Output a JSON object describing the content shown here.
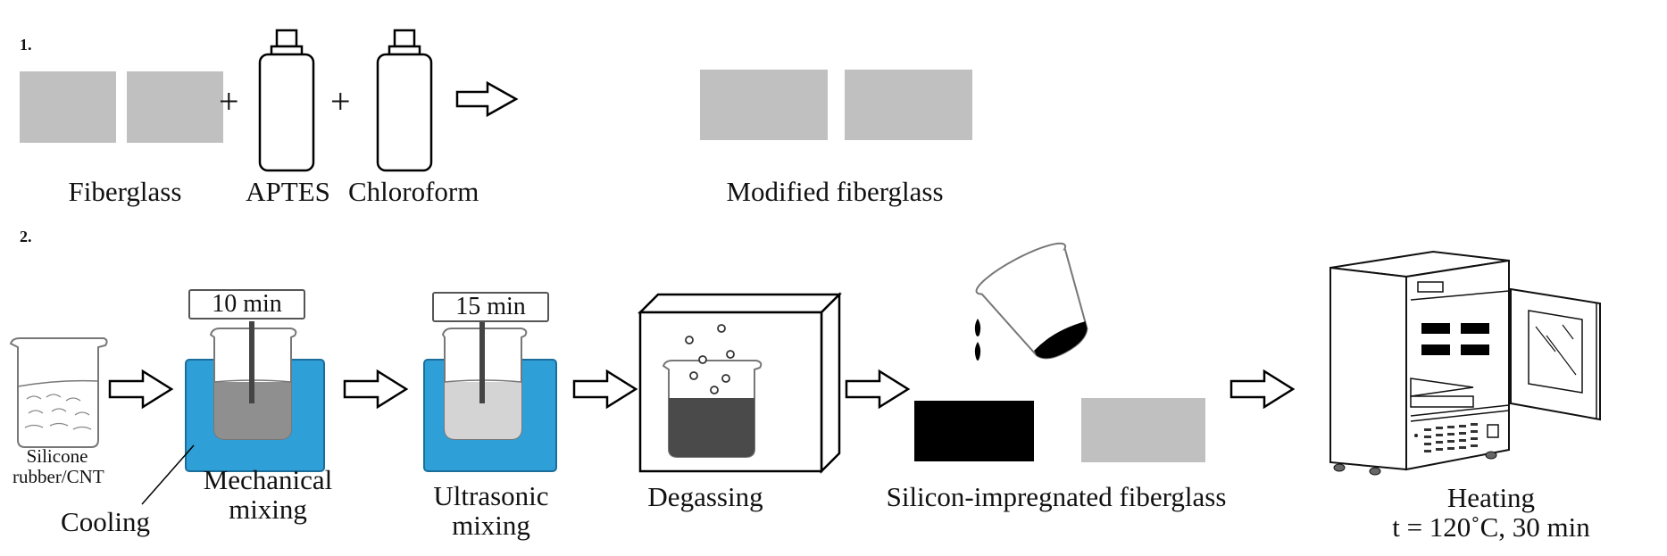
{
  "figure": {
    "step1": {
      "number": "1.",
      "labels": {
        "fiberglass": "Fiberglass",
        "aptes": "APTES",
        "chloroform": "Chloroform",
        "modified": "Modified fiberglass"
      },
      "operators": {
        "plus": "+"
      }
    },
    "step2": {
      "number": "2.",
      "labels": {
        "silicone_line1": "Silicone",
        "silicone_line2": "rubber/CNT",
        "cooling": "Cooling",
        "mechanical_line1": "Mechanical",
        "mechanical_line2": "mixing",
        "ultrasonic_line1": "Ultrasonic",
        "ultrasonic_line2": "mixing",
        "degassing": "Degassing",
        "impregnated": "Silicon-impregnated fiberglass",
        "heating": "Heating",
        "heating_conditions": "t = 120˚C, 30 min"
      },
      "timers": {
        "mechanical": "10 min",
        "ultrasonic": "15 min"
      }
    },
    "colors": {
      "fiberglass_gray": "#c0c0c0",
      "cooling_water": "#2f9fd8",
      "impregnated_black": "#000000"
    }
  }
}
